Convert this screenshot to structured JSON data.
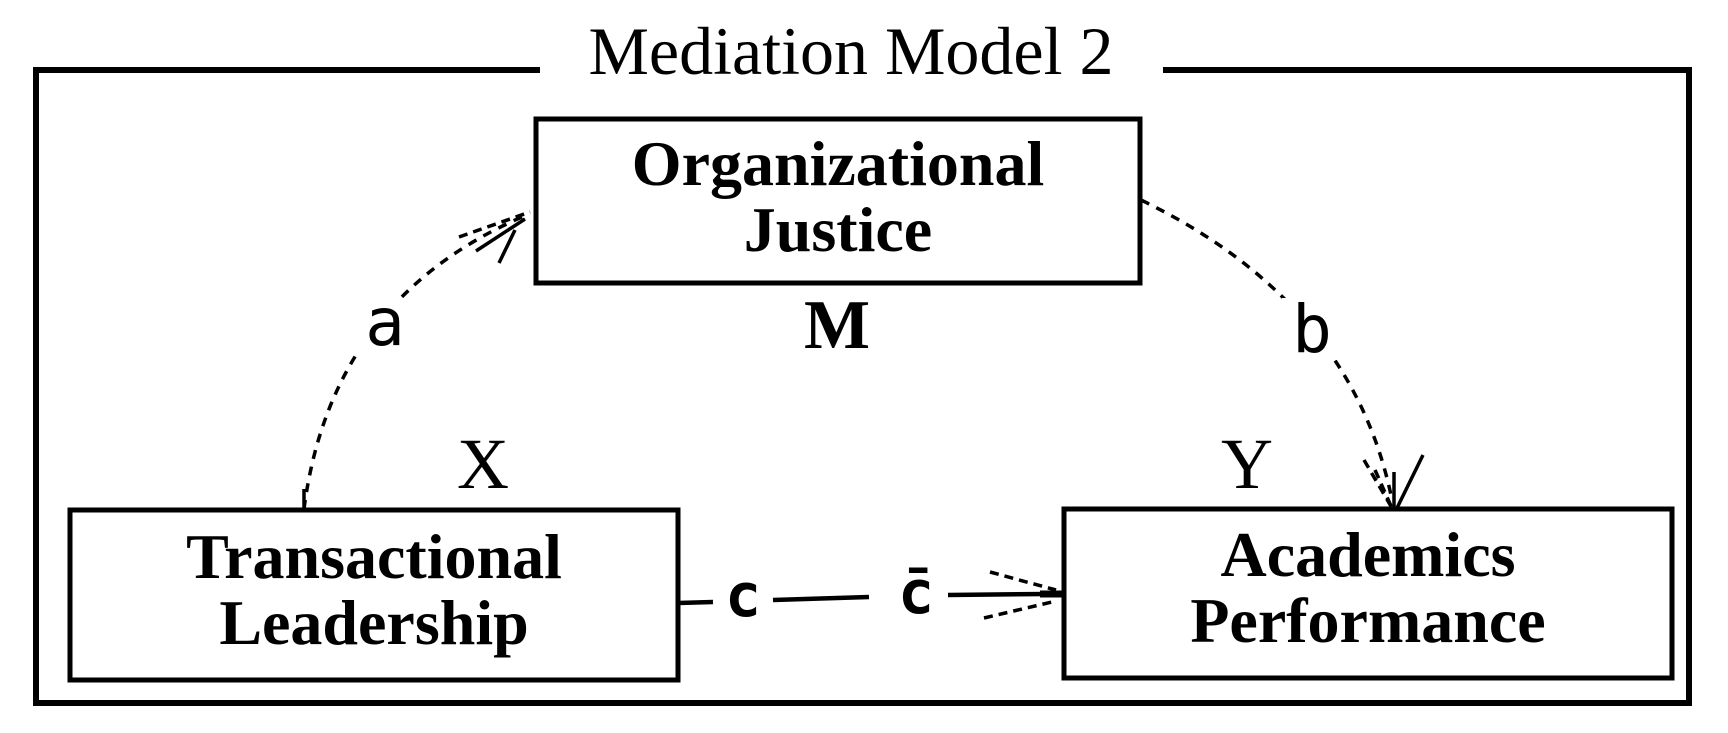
{
  "diagram": {
    "title": "Mediation Model 2",
    "background_color": "#ffffff",
    "ink_color": "#000000",
    "nodes": {
      "mediator": {
        "line1": "Organizational",
        "line2": "Justice",
        "role_label": "M"
      },
      "independent": {
        "line1": "Transactional",
        "line2": "Leadership",
        "role_label": "X"
      },
      "dependent": {
        "line1": "Academics",
        "line2": "Performance",
        "role_label": "Y"
      }
    },
    "path_labels": {
      "a": "a",
      "b": "b",
      "c": "c",
      "c_direct": "c̄"
    }
  }
}
